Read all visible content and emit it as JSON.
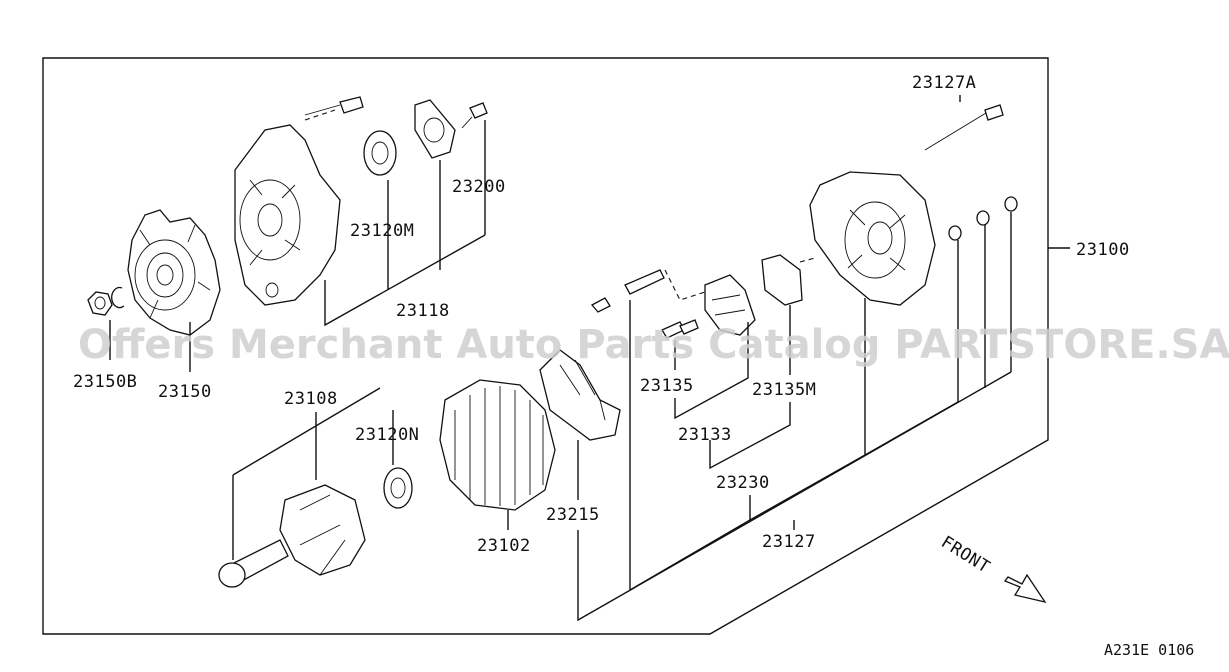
{
  "watermark": "Offers Merchant Auto Parts Catalog PARTSTORE.SA",
  "diagram_code": "A231E 0106",
  "front_label": "FRONT",
  "parts": {
    "p23127A": "23127A",
    "p23200": "23200",
    "p23120M": "23120M",
    "p23118": "23118",
    "p23100": "23100",
    "p23150B": "23150B",
    "p23150": "23150",
    "p23108": "23108",
    "p23120N": "23120N",
    "p23102": "23102",
    "p23215": "23215",
    "p23135": "23135",
    "p23135M": "23135M",
    "p23133": "23133",
    "p23230": "23230",
    "p23127": "23127"
  }
}
